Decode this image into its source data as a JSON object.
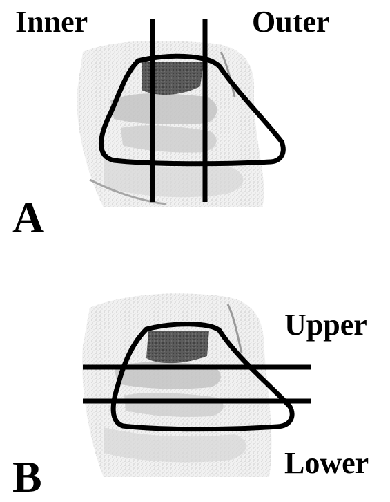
{
  "panel_a": {
    "letter": "A",
    "label_left": "Inner",
    "label_right": "Outer"
  },
  "panel_b": {
    "letter": "B",
    "label_top": "Upper",
    "label_bottom": "Lower"
  },
  "colors": {
    "outline": "#000000",
    "tissue_light": "#e6e6e6",
    "tissue_mid": "#b4b4b4",
    "tissue_dark": "#555555"
  }
}
